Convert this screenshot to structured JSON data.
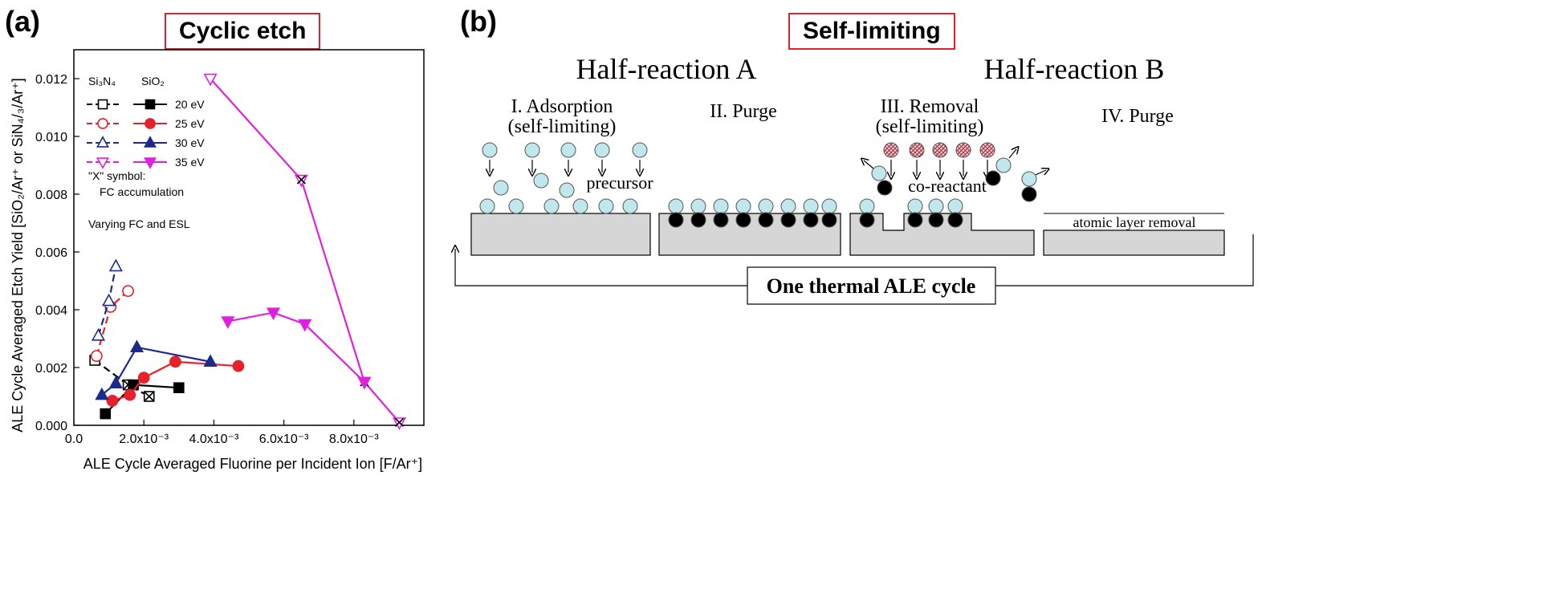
{
  "panel_a": {
    "letter": "(a)",
    "title": "Cyclic etch"
  },
  "panel_b": {
    "letter": "(b)",
    "title": "Self-limiting",
    "half_a": "Half-reaction A",
    "half_b": "Half-reaction B",
    "step1": "I. Adsorption",
    "step1_sub": "(self-limiting)",
    "step2": "II. Purge",
    "step3": "III. Removal",
    "step3_sub": "(self-limiting)",
    "step4": "IV. Purge",
    "precursor": "precursor",
    "coreactant": "co-reactant",
    "removal": "atomic layer removal",
    "cycle": "One thermal ALE cycle"
  },
  "chart_data": {
    "type": "scatter",
    "xlabel": "ALE Cycle Averaged Fluorine per Incident Ion [F/Ar⁺]",
    "ylabel": "ALE Cycle Averaged Etch Yield [SiO₂/Ar⁺ or SiN₄/₃/Ar⁺]",
    "xlim": [
      0,
      0.01
    ],
    "ylim": [
      0,
      0.013
    ],
    "xticks": [
      {
        "v": 0.0,
        "label": "0.0"
      },
      {
        "v": 0.002,
        "label": "2.0x10⁻³"
      },
      {
        "v": 0.004,
        "label": "4.0x10⁻³"
      },
      {
        "v": 0.006,
        "label": "6.0x10⁻³"
      },
      {
        "v": 0.008,
        "label": "8.0x10⁻³"
      }
    ],
    "yticks": [
      {
        "v": 0.0,
        "label": "0.000"
      },
      {
        "v": 0.002,
        "label": "0.002"
      },
      {
        "v": 0.004,
        "label": "0.004"
      },
      {
        "v": 0.006,
        "label": "0.006"
      },
      {
        "v": 0.008,
        "label": "0.008"
      },
      {
        "v": 0.01,
        "label": "0.010"
      },
      {
        "v": 0.012,
        "label": "0.012"
      }
    ],
    "legend_header_left": "Si₃N₄",
    "legend_header_right": "SiO₂",
    "annotation_lines": [
      "\"X\" symbol:",
      "FC accumulation",
      "",
      "Varying FC and ESL"
    ],
    "series": [
      {
        "name": "Si3N4 20 eV",
        "material": "Si3N4",
        "energy": "20 eV",
        "marker": "square",
        "filled": false,
        "dashed": true,
        "color": "#000000",
        "points": [
          [
            0.0006,
            0.00225,
            false
          ],
          [
            0.00155,
            0.0014,
            true
          ],
          [
            0.00215,
            0.001,
            true
          ]
        ]
      },
      {
        "name": "Si3N4 25 eV",
        "material": "Si3N4",
        "energy": "25 eV",
        "marker": "circle",
        "filled": false,
        "dashed": true,
        "color": "#e8202a",
        "points": [
          [
            0.00065,
            0.0024,
            false
          ],
          [
            0.00105,
            0.0041,
            false
          ],
          [
            0.00155,
            0.00465,
            false
          ]
        ]
      },
      {
        "name": "Si3N4 30 eV",
        "material": "Si3N4",
        "energy": "30 eV",
        "marker": "triangle",
        "filled": false,
        "dashed": true,
        "color": "#1c2a8c",
        "points": [
          [
            0.0007,
            0.0031,
            false
          ],
          [
            0.001,
            0.0043,
            false
          ],
          [
            0.0012,
            0.0055,
            false
          ]
        ]
      },
      {
        "name": "Si3N4 35 eV",
        "material": "Si3N4",
        "energy": "35 eV",
        "marker": "triangle-down",
        "filled": false,
        "dashed": false,
        "color": "#e020e0",
        "points": [
          [
            0.0039,
            0.012,
            false
          ],
          [
            0.0065,
            0.0085,
            true
          ],
          [
            0.0083,
            0.0015,
            true
          ],
          [
            0.0093,
            0.0001,
            true
          ]
        ]
      },
      {
        "name": "SiO2 20 eV",
        "material": "SiO2",
        "energy": "20 eV",
        "marker": "square",
        "filled": true,
        "dashed": false,
        "color": "#000000",
        "points": [
          [
            0.0009,
            0.0004,
            false
          ],
          [
            0.0017,
            0.0014,
            true
          ],
          [
            0.003,
            0.0013,
            false
          ]
        ]
      },
      {
        "name": "SiO2 25 eV",
        "material": "SiO2",
        "energy": "25 eV",
        "marker": "circle",
        "filled": true,
        "dashed": false,
        "color": "#e8202a",
        "points": [
          [
            0.0011,
            0.00085,
            false
          ],
          [
            0.0016,
            0.00105,
            false
          ],
          [
            0.002,
            0.00165,
            false
          ],
          [
            0.0029,
            0.0022,
            false
          ],
          [
            0.0047,
            0.00205,
            false
          ]
        ]
      },
      {
        "name": "SiO2 30 eV",
        "material": "SiO2",
        "energy": "30 eV",
        "marker": "triangle",
        "filled": true,
        "dashed": false,
        "color": "#1c2a8c",
        "points": [
          [
            0.0008,
            0.00105,
            false
          ],
          [
            0.0012,
            0.00145,
            false
          ],
          [
            0.0018,
            0.0027,
            false
          ],
          [
            0.0039,
            0.0022,
            false
          ]
        ]
      },
      {
        "name": "SiO2 35 eV",
        "material": "SiO2",
        "energy": "35 eV",
        "marker": "triangle-down",
        "filled": true,
        "dashed": false,
        "color": "#e020e0",
        "points": [
          [
            0.0044,
            0.0036,
            false
          ],
          [
            0.0057,
            0.0039,
            false
          ],
          [
            0.0066,
            0.0035,
            false
          ],
          [
            0.0083,
            0.0015,
            false
          ]
        ]
      }
    ]
  },
  "colors": {
    "title_border": "#e0202a",
    "molecule": "#bfe7ec",
    "coreactant": "#e8a0a8",
    "substrate": "#d6d6d6"
  }
}
